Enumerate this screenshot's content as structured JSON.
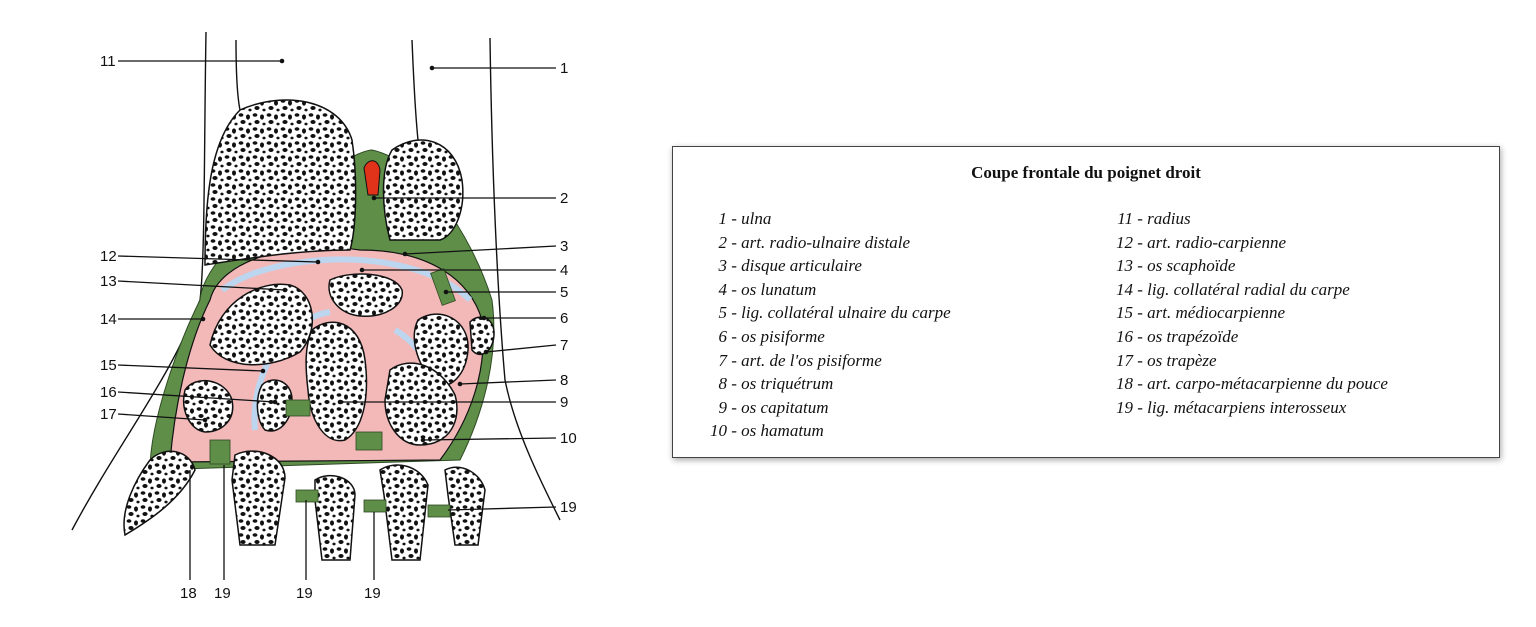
{
  "diagram": {
    "numbers": [
      "11",
      "1",
      "2",
      "3",
      "12",
      "4",
      "13",
      "5",
      "14",
      "6",
      "7",
      "15",
      "8",
      "16",
      "9",
      "17",
      "10",
      "19",
      "18",
      "19",
      "19",
      "19"
    ]
  },
  "legend": {
    "title": "Coupe frontale du poignet droit",
    "left": [
      {
        "n": "1",
        "text": "ulna"
      },
      {
        "n": "2",
        "text": "art. radio-ulnaire distale"
      },
      {
        "n": "3",
        "text": "disque articulaire"
      },
      {
        "n": "4",
        "text": "os lunatum"
      },
      {
        "n": "5",
        "text": "lig. collatéral ulnaire du carpe"
      },
      {
        "n": "6",
        "text": "os pisiforme"
      },
      {
        "n": "7",
        "text": "art. de l'os pisiforme"
      },
      {
        "n": "8",
        "text": "os triquétrum"
      },
      {
        "n": "9",
        "text": "os capitatum"
      },
      {
        "n": "10",
        "text": "os hamatum"
      }
    ],
    "right": [
      {
        "n": "11",
        "text": "radius"
      },
      {
        "n": "12",
        "text": "art. radio-carpienne"
      },
      {
        "n": "13",
        "text": "os scaphoïde"
      },
      {
        "n": "14",
        "text": "lig. collatéral radial du carpe"
      },
      {
        "n": "15",
        "text": "art. médiocarpienne"
      },
      {
        "n": "16",
        "text": "os trapézoïde"
      },
      {
        "n": "17",
        "text": "os trapèze"
      },
      {
        "n": "18",
        "text": "art. carpo-métacarpienne du pouce"
      },
      {
        "n": "19",
        "text": "lig. métacarpiens interosseux"
      }
    ]
  },
  "colors": {
    "cartilage": "#f3b9b9",
    "synovial": "#bcd6ef",
    "ligament": "#5e8e48",
    "artery": "#e0331a",
    "bone": "#ffffff"
  }
}
